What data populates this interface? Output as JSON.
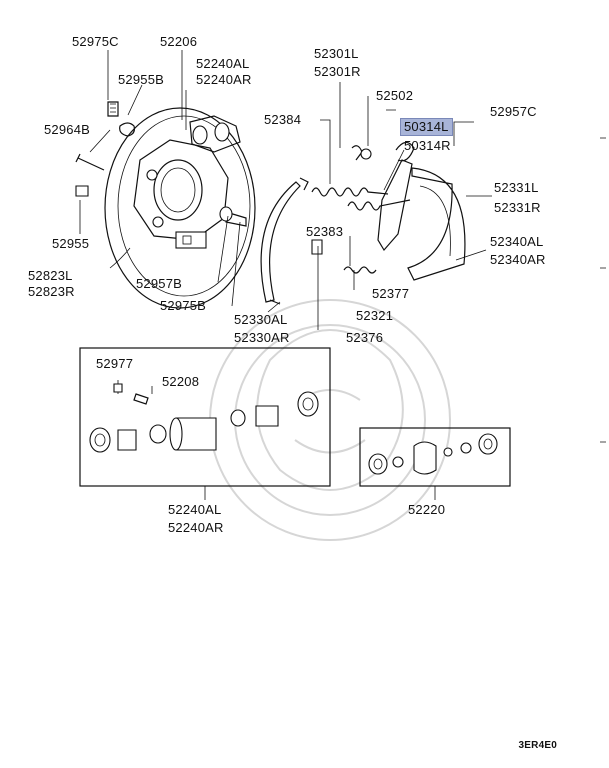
{
  "labels": {
    "p52975C": "52975C",
    "p52206": "52206",
    "p52955B": "52955B",
    "p52240AL_top": "52240AL",
    "p52240AR_top": "52240AR",
    "p52964B": "52964B",
    "p52955": "52955",
    "p52823L": "52823L",
    "p52823R": "52823R",
    "p52957B": "52957B",
    "p52975B": "52975B",
    "p52301L": "52301L",
    "p52301R": "52301R",
    "p52502": "52502",
    "p52384": "52384",
    "p52957C": "52957C",
    "p50314L": "50314L",
    "p50314R": "50314R",
    "p52331L": "52331L",
    "p52331R": "52331R",
    "p52383": "52383",
    "p52340AL": "52340AL",
    "p52340AR": "52340AR",
    "p52377": "52377",
    "p52321": "52321",
    "p52330AL": "52330AL",
    "p52330AR": "52330AR",
    "p52376": "52376",
    "p52977": "52977",
    "p52208": "52208",
    "p52240AL_box": "52240AL",
    "p52240AR_box": "52240AR",
    "p52220": "52220"
  },
  "highlight": {
    "part": "50314L",
    "color": "#a8b4d8"
  },
  "diagram_code": "3ER4E0"
}
